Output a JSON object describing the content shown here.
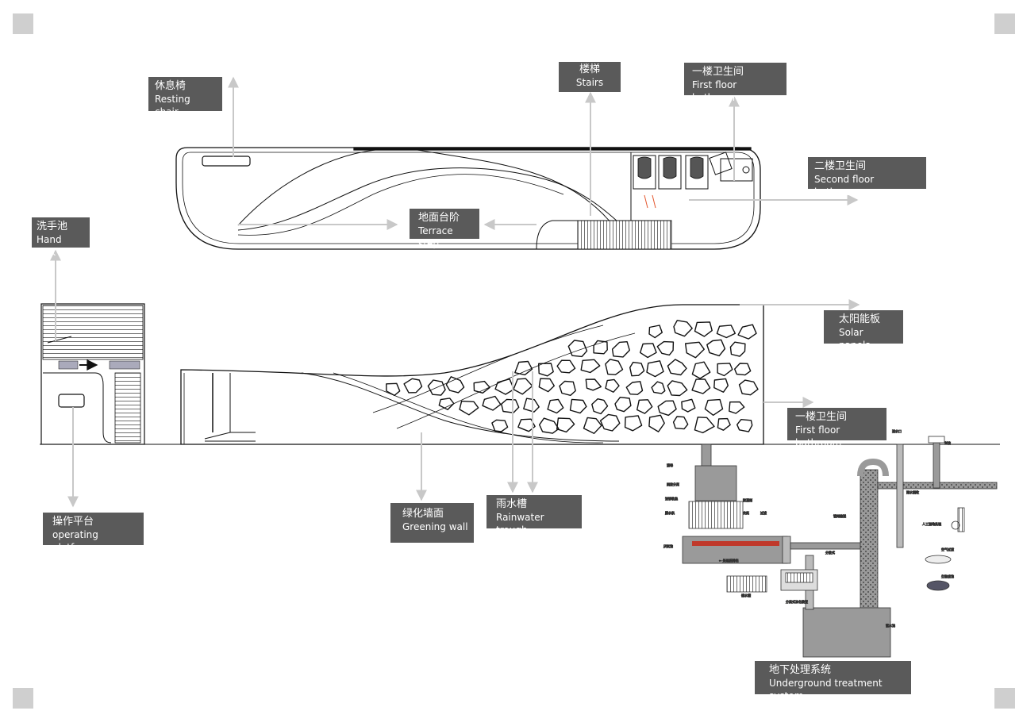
{
  "colors": {
    "label_bg": "#5a5a5a",
    "leader": "#c8c8c8",
    "accent": "#e4572e",
    "pipe": "#9a9a9a"
  },
  "labels": {
    "resting_chair": {
      "cn": "休息椅",
      "en": "Resting chair"
    },
    "stairs": {
      "cn": "楼梯",
      "en": "Stairs"
    },
    "first_floor_bathroom_top": {
      "cn": "一楼卫生间",
      "en": "First floor bathroom"
    },
    "second_floor_bathroom": {
      "cn": "二楼卫生间",
      "en": "Second floor bathroom"
    },
    "terrace_step": {
      "cn": "地面台阶",
      "en": "Terrace step"
    },
    "hand_sink": {
      "cn": "洗手池",
      "en": "Hand sink"
    },
    "solar_panels": {
      "cn": "太阳能板",
      "en": "Solar panels"
    },
    "first_floor_bathroom_side": {
      "cn": "一楼卫生间",
      "en": "First floor bathroom"
    },
    "operating_platform": {
      "cn": "操作平台",
      "en": "operating platform"
    },
    "greening_wall": {
      "cn": "绿化墙面",
      "en": "Greening wall"
    },
    "rainwater_trough": {
      "cn": "雨水槽",
      "en": "Rainwater trough"
    },
    "underground_system": {
      "cn": "地下处理系统",
      "en": "Underground treatment system"
    }
  }
}
